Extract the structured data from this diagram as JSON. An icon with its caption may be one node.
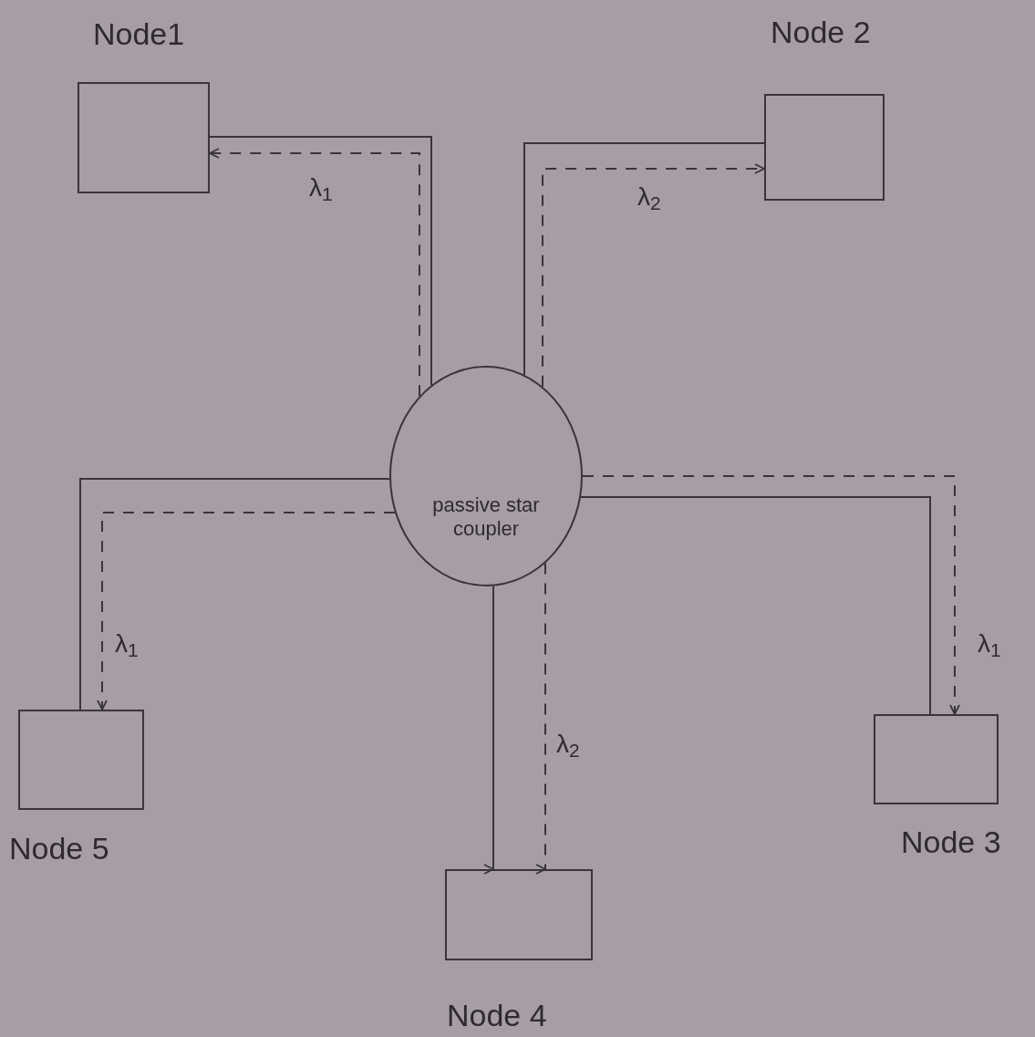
{
  "diagram": {
    "nodes": [
      {
        "text": [
          "Node1"
        ]
      },
      {
        "text": [
          "Node 2"
        ]
      },
      {
        "text": [
          "passive star coupler"
        ]
      },
      {
        "text": [
          "Node 5"
        ]
      },
      {
        "text": [
          "Node 3"
        ]
      },
      {
        "text": [
          "Node 4"
        ]
      }
    ],
    "edges": [
      {
        "from": 2,
        "to": 0,
        "arrow": "none"
      },
      {
        "from": 2,
        "to": 0,
        "arrow": "to",
        "style": "dashed",
        "label": "λ$_{1}$"
      },
      {
        "from": 2,
        "to": 1,
        "arrow": "none"
      },
      {
        "from": 2,
        "to": 1,
        "arrow": "to",
        "style": "dashed",
        "label": "λ$_{2}$"
      },
      {
        "from": 2,
        "to": 3,
        "arrow": "none"
      },
      {
        "from": 2,
        "to": 3,
        "arrow": "to",
        "style": "dashed",
        "label": "λ$_{1}$"
      },
      {
        "from": 2,
        "to": 4,
        "arrow": "none"
      },
      {
        "from": 2,
        "to": 4,
        "arrow": "to",
        "style": "dashed",
        "label": "λ$_{1}$"
      },
      {
        "from": 2,
        "to": 5,
        "arrow": "to"
      },
      {
        "from": 2,
        "to": 5,
        "arrow": "to",
        "style": "dashed",
        "label": "λ$_{2}$"
      }
    ]
  }
}
